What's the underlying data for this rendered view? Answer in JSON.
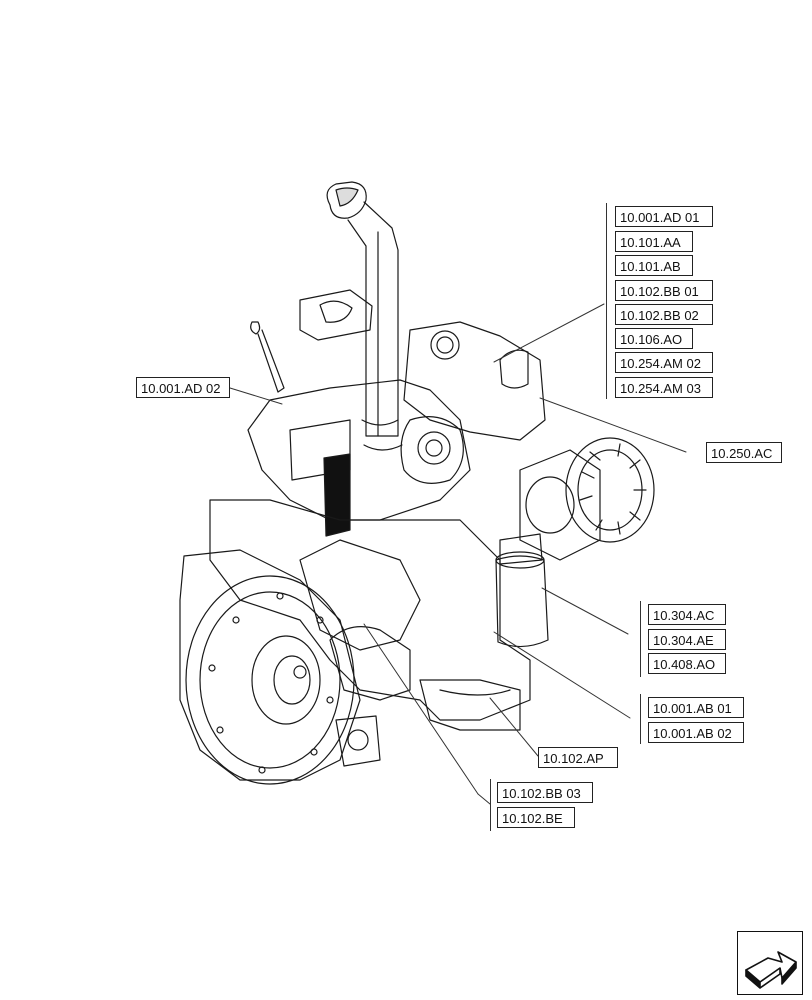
{
  "callouts": {
    "top_group": [
      "10.001.AD 01",
      "10.101.AA",
      "10.101.AB",
      "10.102.BB 01",
      "10.102.BB 02",
      "10.106.AO",
      "10.254.AM 02",
      "10.254.AM 03"
    ],
    "left": "10.001.AD 02",
    "alternator": "10.250.AC",
    "filter_group": [
      "10.304.AC",
      "10.304.AE",
      "10.408.AO"
    ],
    "oil_pan_group": [
      "10.001.AB 01",
      "10.001.AB 02"
    ],
    "sump": "10.102.AP",
    "bottom_group": [
      "10.102.BB 03",
      "10.102.BE"
    ]
  },
  "icons": {
    "navigation": "next-page-arrow-icon"
  }
}
